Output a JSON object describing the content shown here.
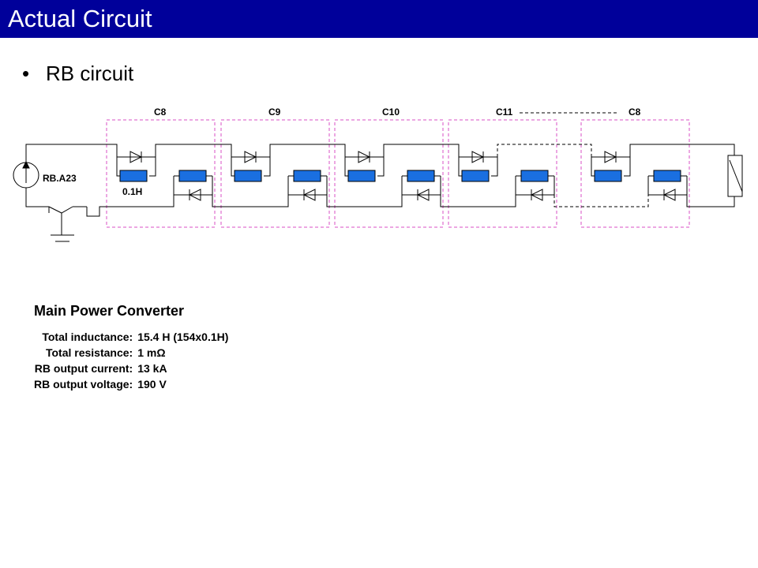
{
  "header": {
    "title": "Actual Circuit",
    "bar_color": "#00009a"
  },
  "bullet": {
    "glyph": "•",
    "text": "RB circuit"
  },
  "circuit": {
    "segment_labels": [
      "C8",
      "C9",
      "C10",
      "C11",
      "C8"
    ],
    "source_label": "RB.A23",
    "inductance_label": "0.1H",
    "box_color": "#d94fc4",
    "magnet_color": "#1a6fe0"
  },
  "specs": {
    "title": "Main Power Converter",
    "rows": [
      {
        "key": "Total inductance:",
        "value": "15.4 H (154x0.1H)"
      },
      {
        "key": "Total resistance:",
        "value": "1 mΩ"
      },
      {
        "key": "RB output current:",
        "value": "13 kA"
      },
      {
        "key": "RB output voltage:",
        "value": "190 V"
      }
    ]
  }
}
